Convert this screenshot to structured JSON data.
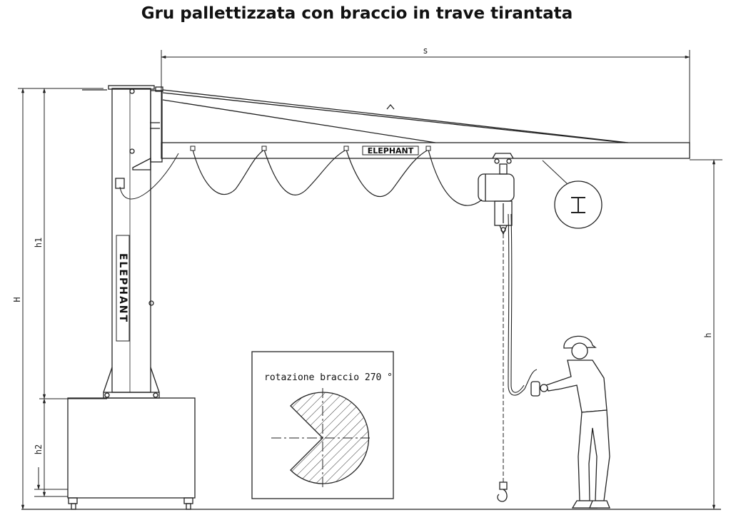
{
  "title": "Gru pallettizzata con braccio in trave tirantata",
  "dimensions": {
    "s": "s",
    "H": "H",
    "h1": "h1",
    "h2": "h2",
    "h": "h"
  },
  "brand_beam": "ELEPHANT",
  "brand_column": "ELEPHANT",
  "rotation": {
    "caption": "rotazione braccio 270 °",
    "angle_deg": 270
  }
}
